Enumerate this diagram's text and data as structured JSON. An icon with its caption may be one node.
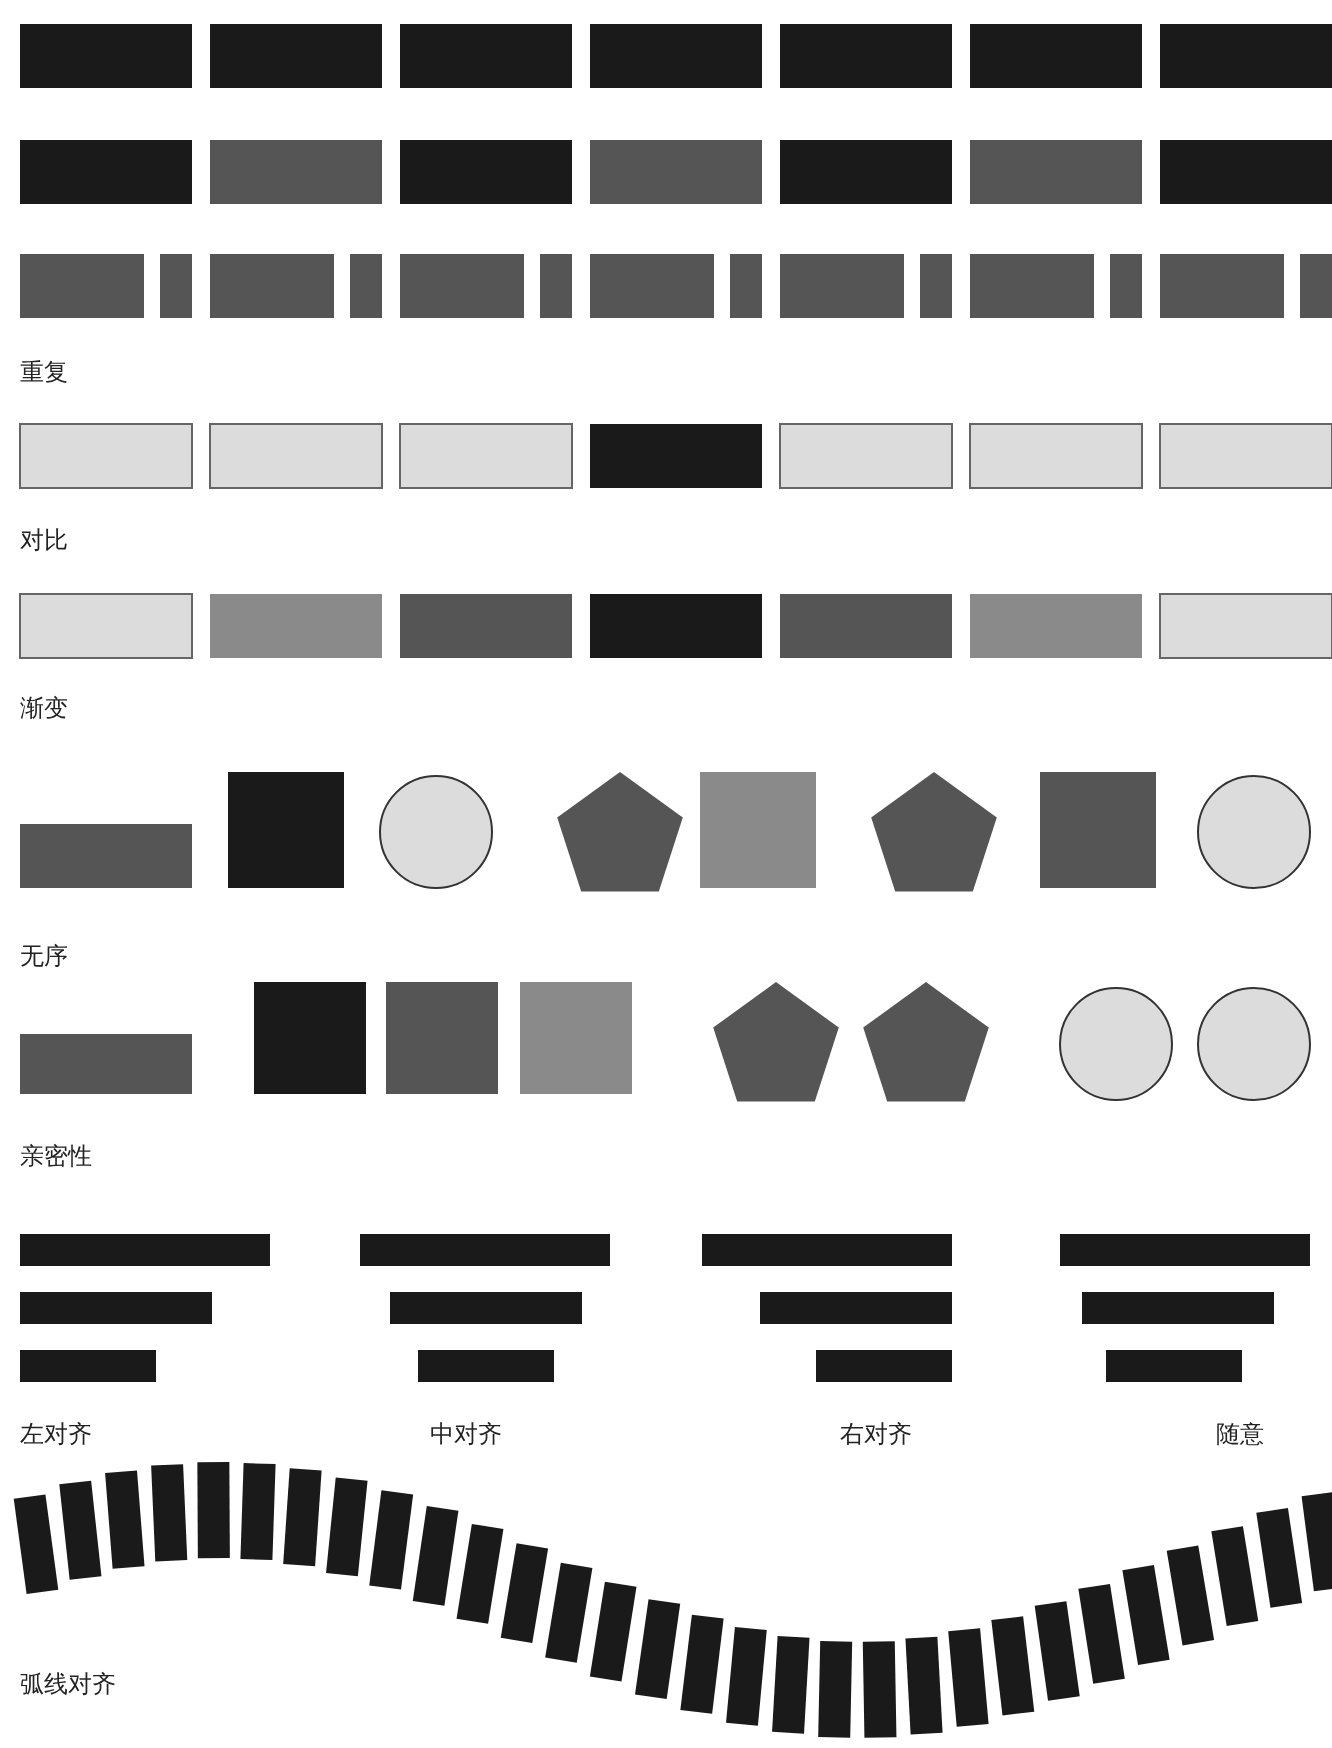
{
  "diagram": {
    "labels": [
      "重复",
      "对比",
      "渐变",
      "无序",
      "亲密性",
      "左对齐",
      "中对齐",
      "右对齐",
      "随意",
      "弧线对齐"
    ]
  }
}
